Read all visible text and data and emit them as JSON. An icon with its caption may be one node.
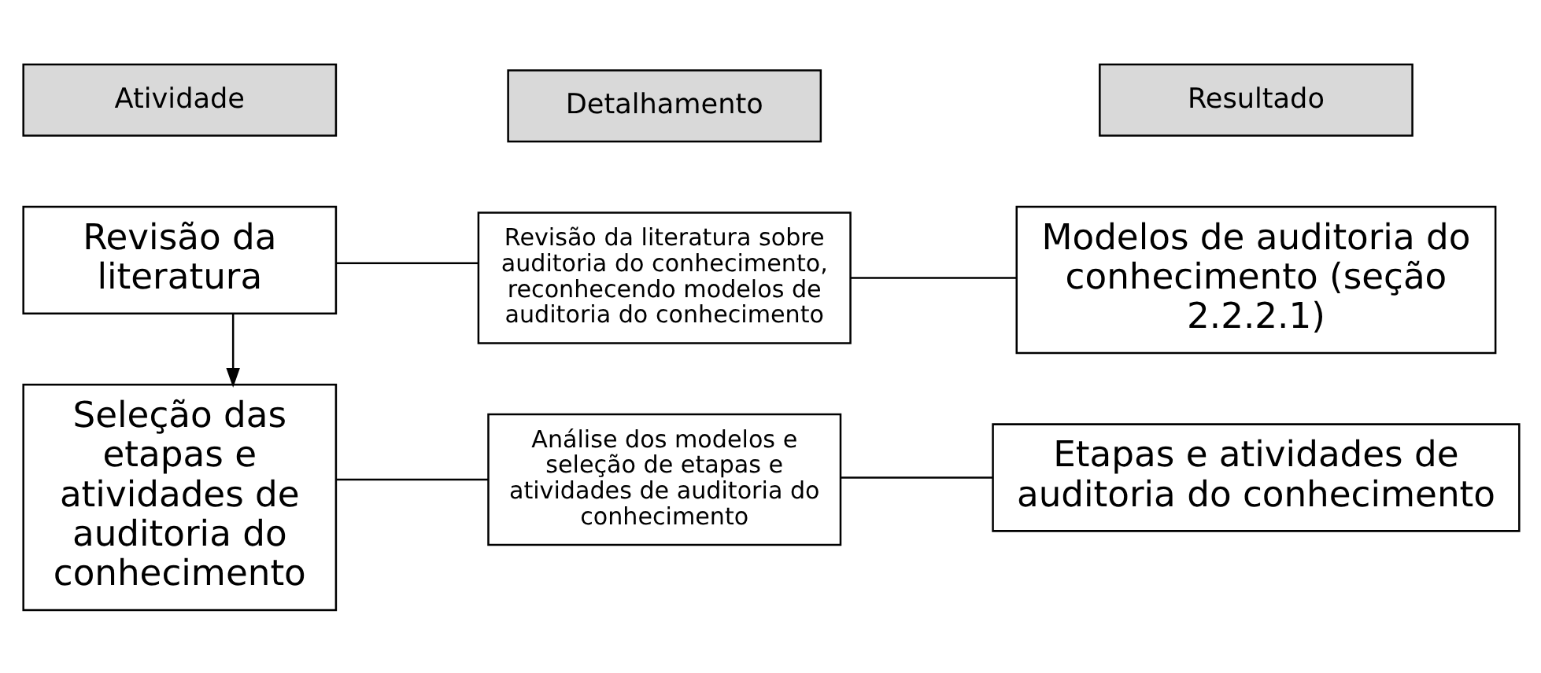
{
  "diagram": {
    "nodes": [
      {
        "text": [
          "Atividade"
        ]
      },
      {
        "text": [
          "Detalhamento"
        ]
      },
      {
        "text": [
          "Resultado"
        ]
      },
      {
        "text": [
          "Revisão da literatura"
        ]
      },
      {
        "text": [
          "Revisão da literatura sobre auditoria do conhecimento, reconhecendo modelos de auditoria do conhecimento"
        ]
      },
      {
        "text": [
          "Modelos de auditoria do conhecimento (seção 2.2.2.1)"
        ]
      },
      {
        "text": [
          "Seleção das etapas e atividades de auditoria do conhecimento"
        ]
      },
      {
        "text": [
          "Análise dos modelos e seleção de etapas e atividades de auditoria do conhecimento"
        ]
      },
      {
        "text": [
          "Etapas e atividades de auditoria do conhecimento"
        ]
      }
    ],
    "edges": [
      {
        "from": 3,
        "to": 4,
        "arrow": "none"
      },
      {
        "from": 4,
        "to": 5,
        "arrow": "none"
      },
      {
        "from": 3,
        "to": 6,
        "arrow": "to"
      },
      {
        "from": 6,
        "to": 7,
        "arrow": "none"
      },
      {
        "from": 7,
        "to": 8,
        "arrow": "none"
      }
    ]
  }
}
